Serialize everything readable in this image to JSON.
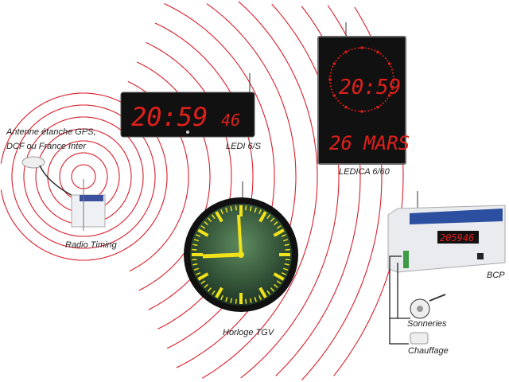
{
  "labels": {
    "antenna_line1": "Antenne étanche GPS,",
    "antenna_line2": "DCF ou France Inter",
    "radio": "Radio Timing",
    "ledi": "LEDI 6/S",
    "ledica": "LEDICA 6/60",
    "clock": "Horloge TGV",
    "bcp": "BCP",
    "bells": "Sonneries",
    "heating": "Chauffage"
  },
  "displays": {
    "ledi_time": "20:59",
    "ledi_seconds": "46",
    "ledica_time": "20:59",
    "ledica_date": "26 MARS",
    "bcp_time": "205946"
  },
  "clock": {
    "hour": 20,
    "minute": 59
  },
  "colors": {
    "signal": "#d81e2a",
    "led": "#e0201c",
    "clock_hands": "#f2e21a",
    "clock_face": "#2f5a3a"
  }
}
